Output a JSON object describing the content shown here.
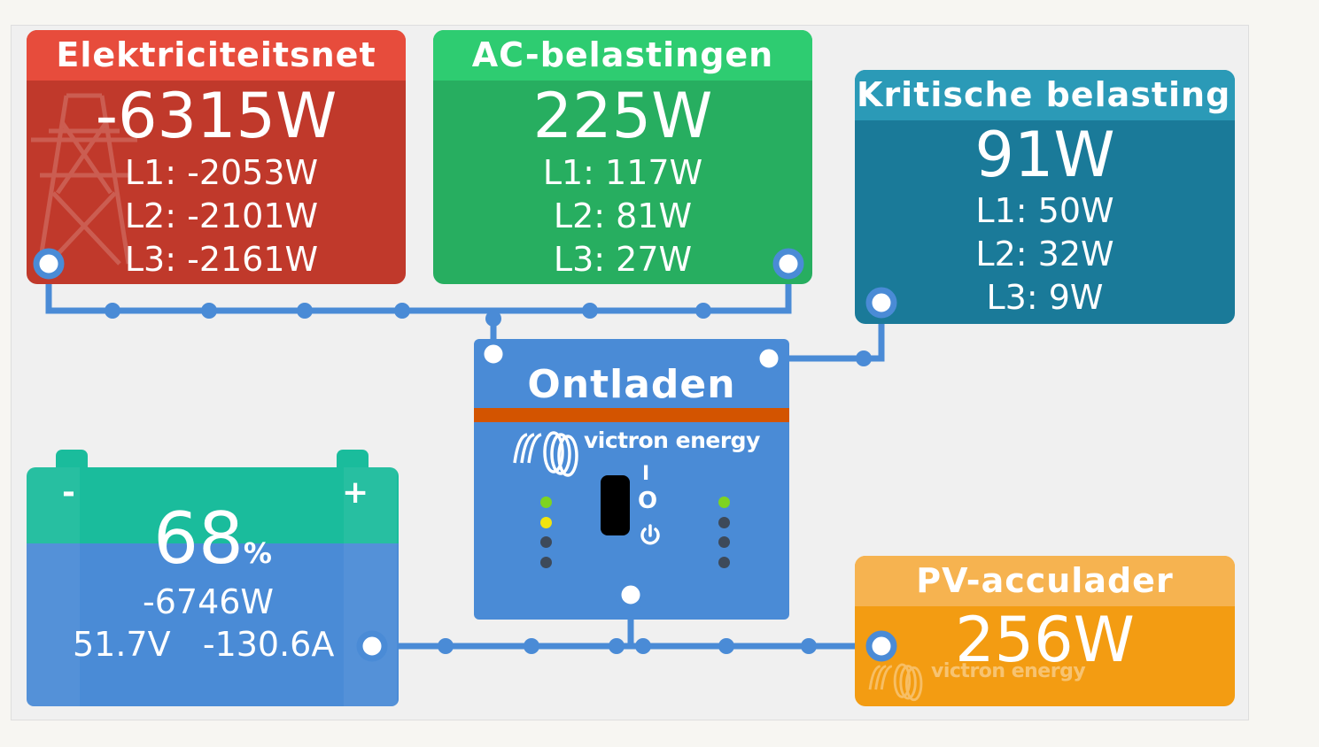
{
  "grid": {
    "title": "Elektriciteitsnet",
    "total": "-6315W",
    "l1": "L1: -2053W",
    "l2": "L2: -2101W",
    "l3": "L3: -2161W"
  },
  "ac_loads": {
    "title": "AC-belastingen",
    "total": "225W",
    "l1": "L1: 117W",
    "l2": "L2: 81W",
    "l3": "L3: 27W"
  },
  "critical_loads": {
    "title": "Kritische belasting",
    "total": "91W",
    "l1": "L1: 50W",
    "l2": "L2: 32W",
    "l3": "L3: 9W"
  },
  "inverter": {
    "state": "Ontladen",
    "brand": "victron energy",
    "switch_on": "I",
    "switch_off": "O",
    "led_colors": {
      "green": "#7ed321",
      "yellow": "#f1e40f",
      "off": "#3d4a5a"
    }
  },
  "battery": {
    "soc": "68",
    "soc_unit": "%",
    "power": "-6746W",
    "voltage": "51.7V",
    "current": "-130.6A",
    "minus": "-",
    "plus": "+"
  },
  "pv_charger": {
    "title": "PV-acculader",
    "power": "256W",
    "brand": "victron energy"
  },
  "icons": {
    "grid_icon": "power-pylon-icon",
    "brand_icon": "victron-logo-icon",
    "power_icon": "power-symbol-icon"
  },
  "colors": {
    "grid": "#c0392b",
    "ac_loads": "#27ae60",
    "critical": "#1a7a99",
    "pv": "#f39c12",
    "inverter": "#4a8bd6",
    "battery_top": "#1abc9c",
    "connector": "#4a8bd6"
  }
}
